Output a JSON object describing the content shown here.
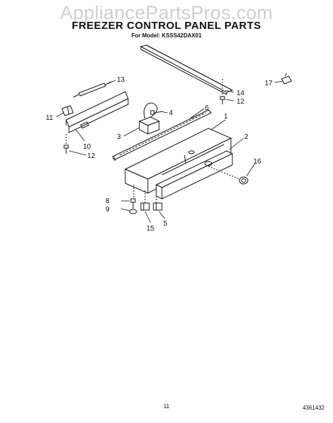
{
  "header": {
    "watermark": "AppliancePartsPros.com",
    "title": "FREEZER CONTROL PANEL PARTS",
    "subtitle": "For Model: KSSS42DAX01"
  },
  "callouts": {
    "c1": "1",
    "c2": "2",
    "c3": "3",
    "c4": "4",
    "c5": "5",
    "c6": "6",
    "c8": "8",
    "c9": "9",
    "c10": "10",
    "c11": "11",
    "c12a": "12",
    "c12b": "12",
    "c13": "13",
    "c14": "14",
    "c15": "15",
    "c16": "16",
    "c17": "17"
  },
  "footer": {
    "page_number": "11",
    "doc_code": "4361432"
  }
}
